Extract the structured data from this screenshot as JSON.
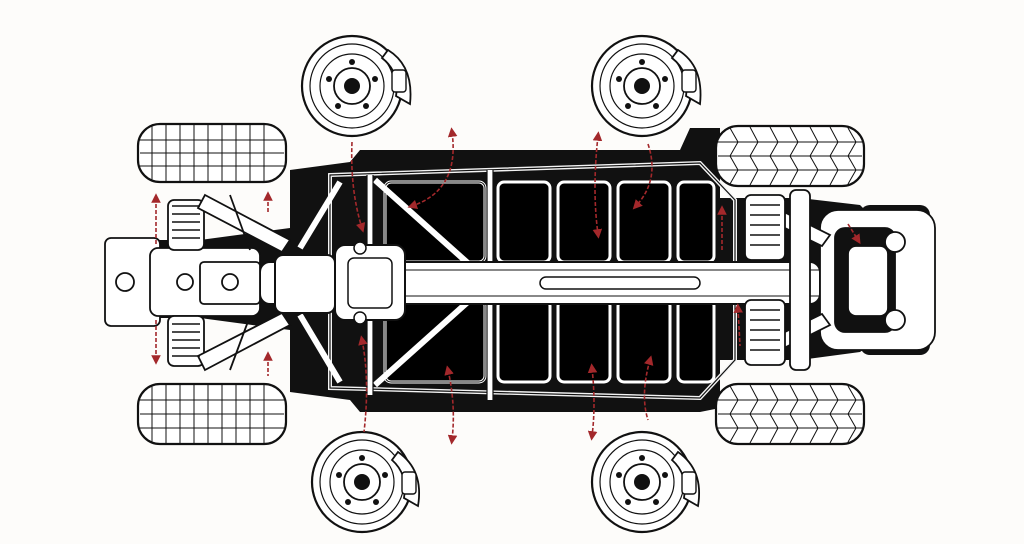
{
  "diagram": {
    "labels": [],
    "colors": {
      "ink": "#111111",
      "paper": "#fdfcfa",
      "arrow": "#a3282b",
      "tread": "#ffffff"
    },
    "components": {
      "wheels": [
        "front-left-wheel",
        "front-right-wheel",
        "rear-left-wheel",
        "rear-right-wheel"
      ],
      "brakes": [
        "brake-rotor-top-left",
        "brake-rotor-top-right",
        "brake-rotor-bottom-left",
        "brake-rotor-bottom-right"
      ],
      "frame": [
        "ladder-frame",
        "cross-members",
        "drive-shaft",
        "front-suspension",
        "rear-suspension"
      ],
      "arrows": [
        "force-arrow"
      ]
    }
  }
}
